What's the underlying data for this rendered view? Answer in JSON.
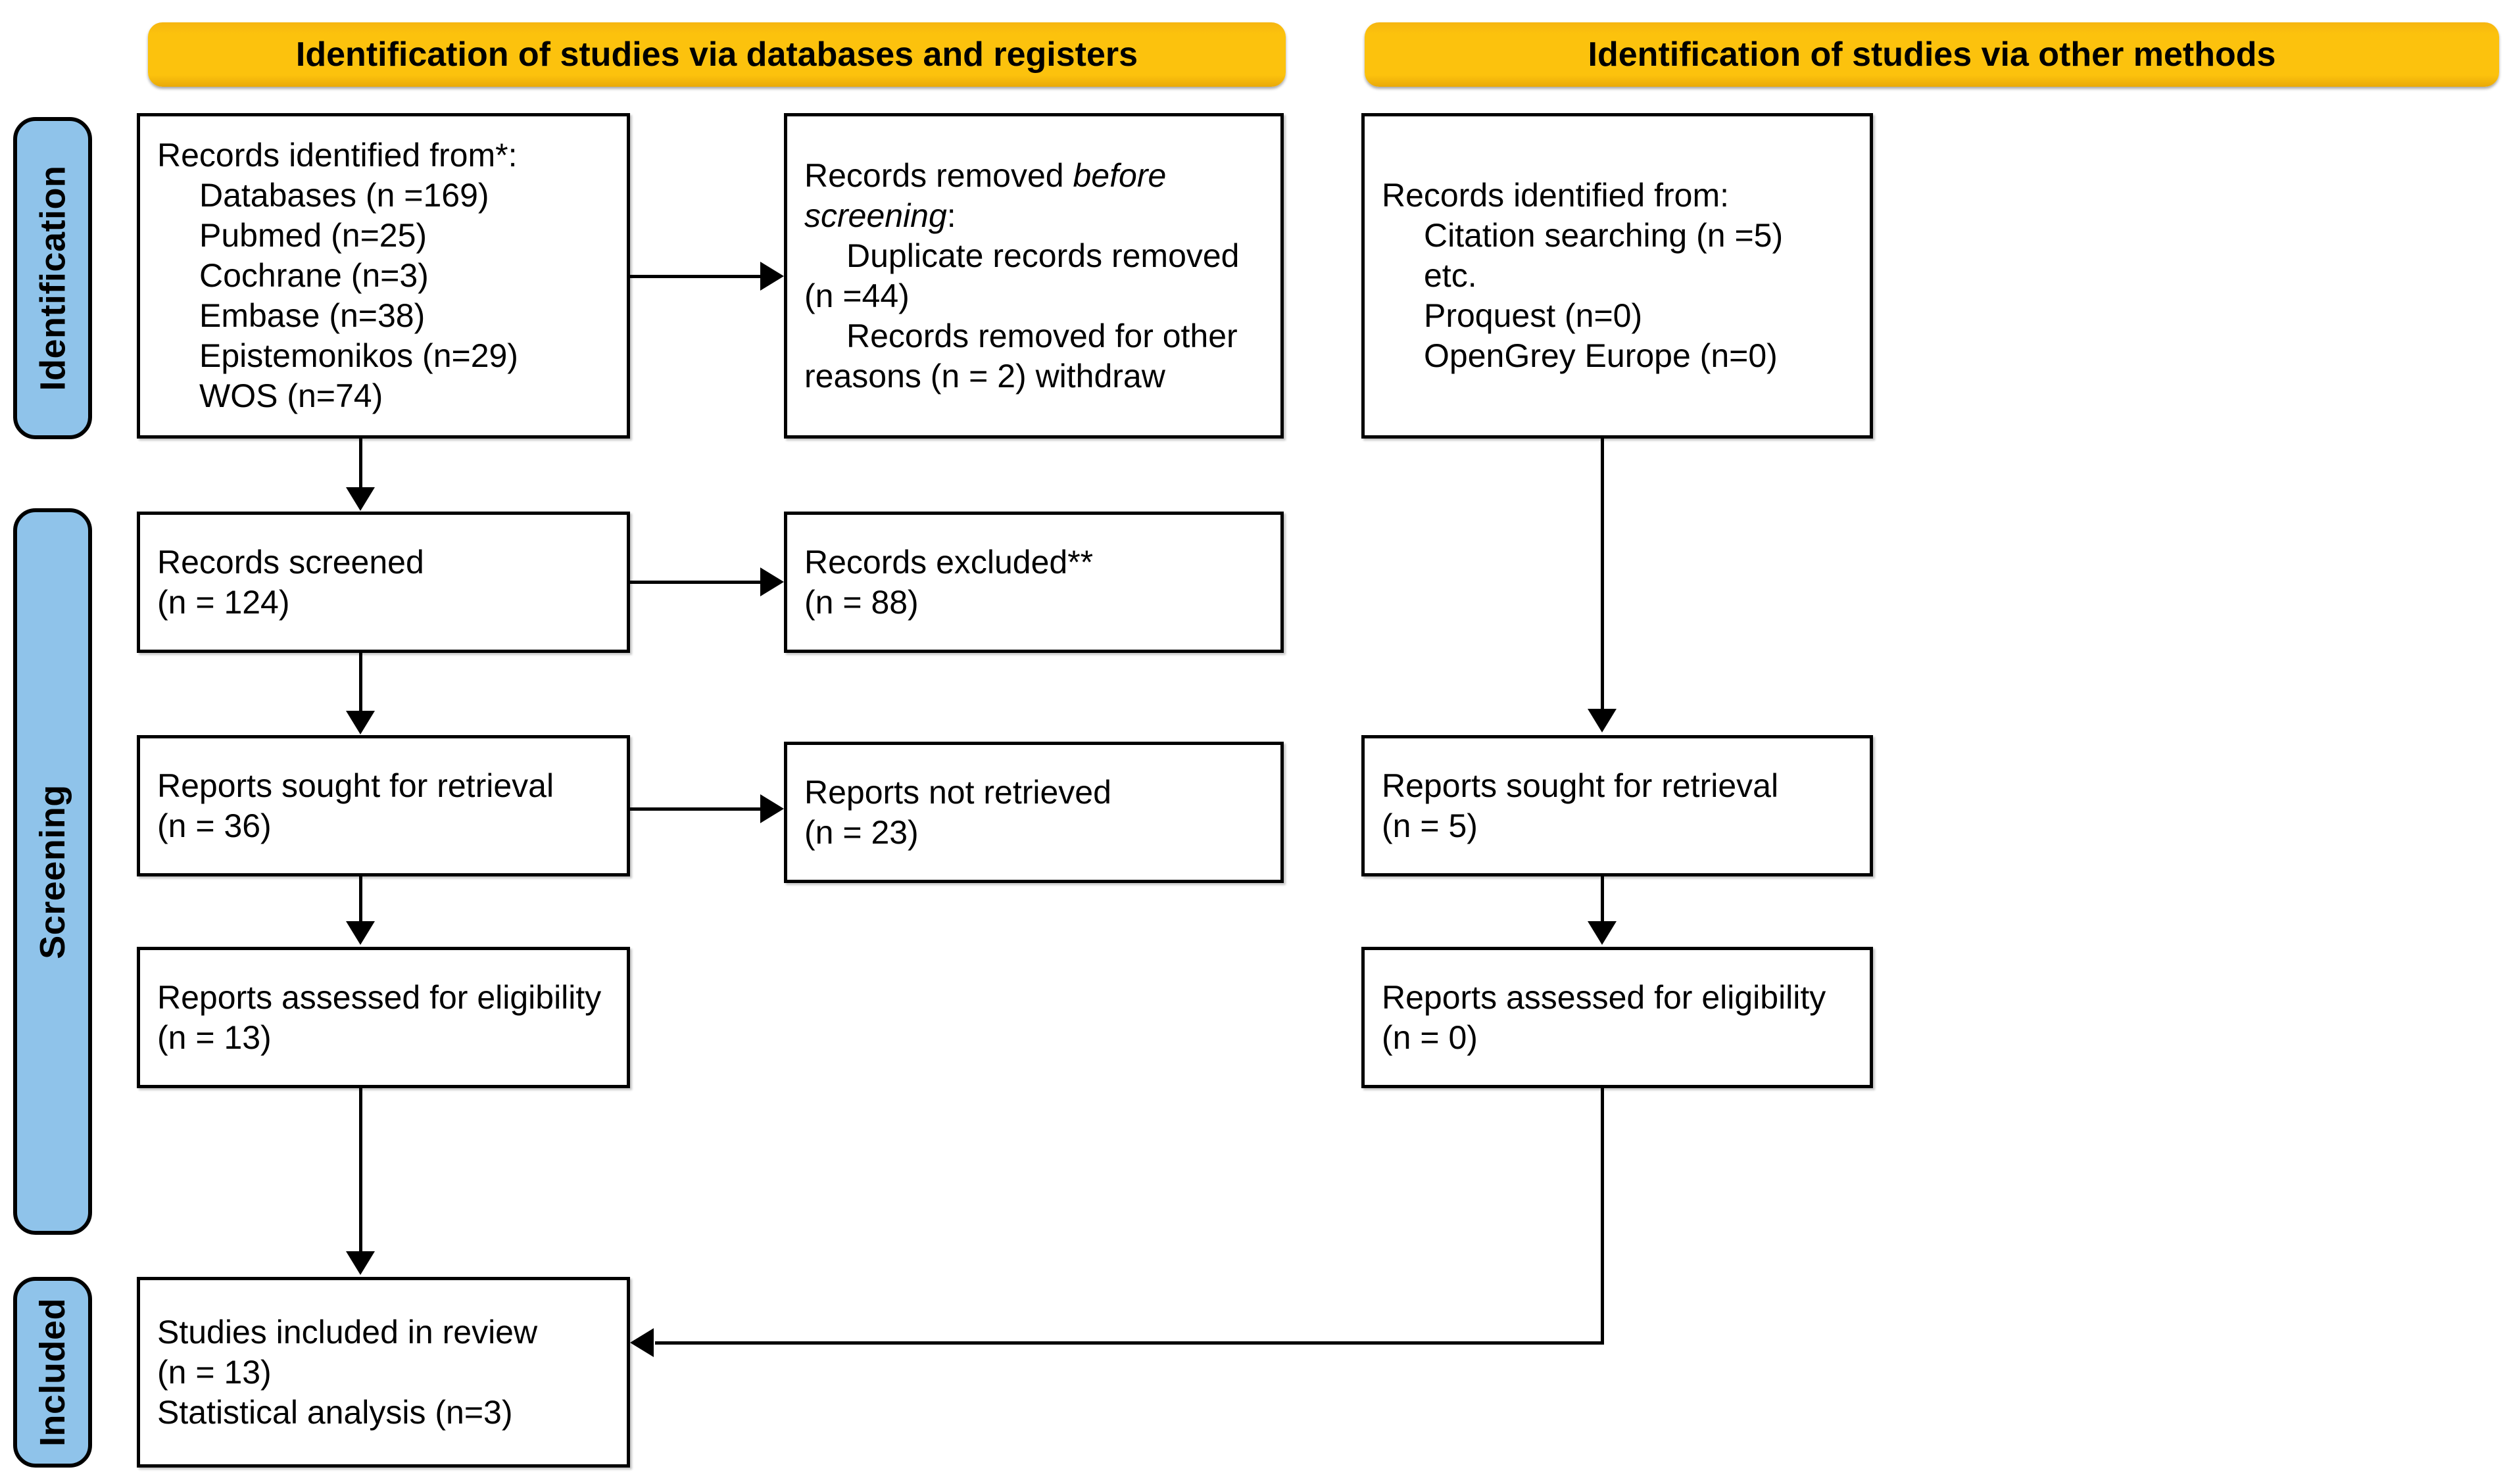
{
  "diagram": {
    "title": "PRISMA 2020 flow diagram",
    "accent_yellow": "#FCC20D",
    "accent_blue": "#8FC3EA",
    "border_color": "#000000",
    "background": "#FFFFFF"
  },
  "banners": [
    {
      "id": "databases-registers",
      "label": "Identification of studies via databases and registers"
    },
    {
      "id": "other-methods",
      "label": "Identification of studies via other methods"
    }
  ],
  "stages": [
    {
      "id": "identification",
      "label": "Identification"
    },
    {
      "id": "screening",
      "label": "Screening"
    },
    {
      "id": "included",
      "label": "Included"
    }
  ],
  "boxes": {
    "records_identified_db": {
      "id": "records-identified-databases",
      "lines": [
        {
          "text": "Records identified from*:",
          "indent": false,
          "italic": false
        },
        {
          "text": "Databases (n =169)",
          "indent": true,
          "italic": false
        },
        {
          "text": "Pubmed (n=25)",
          "indent": true,
          "italic": false
        },
        {
          "text": "Cochrane (n=3)",
          "indent": true,
          "italic": false
        },
        {
          "text": "Embase (n=38)",
          "indent": true,
          "italic": false
        },
        {
          "text": "Epistemonikos (n=29)",
          "indent": true,
          "italic": false
        },
        {
          "text": "WOS (n=74)",
          "indent": true,
          "italic": false
        }
      ]
    },
    "records_removed": {
      "id": "records-removed-before-screening",
      "lines": [
        {
          "text": "Records removed ",
          "indent": false,
          "italic": false,
          "trail_italic": "before"
        },
        {
          "text": "screening",
          "indent": false,
          "italic": true,
          "trail_plain": ":"
        },
        {
          "text": "Duplicate records removed",
          "indent": true,
          "italic": false
        },
        {
          "text": "(n =44)",
          "indent": false,
          "italic": false,
          "hang": true
        },
        {
          "text": "Records removed for other",
          "indent": true,
          "italic": false
        },
        {
          "text": "reasons (n = 2) withdraw",
          "indent": false,
          "italic": false,
          "hang": true
        }
      ]
    },
    "records_identified_other": {
      "id": "records-identified-other-methods",
      "lines": [
        {
          "text": "Records identified from:",
          "indent": false,
          "italic": false
        },
        {
          "text": "Citation searching (n =5)",
          "indent": true,
          "italic": false
        },
        {
          "text": "etc.",
          "indent": true,
          "italic": false
        },
        {
          "text": "Proquest (n=0)",
          "indent": true,
          "italic": false
        },
        {
          "text": "OpenGrey Europe (n=0)",
          "indent": true,
          "italic": false
        }
      ]
    },
    "records_screened": {
      "id": "records-screened",
      "lines": [
        {
          "text": "Records screened",
          "indent": false,
          "italic": false
        },
        {
          "text": "(n = 124)",
          "indent": false,
          "italic": false
        }
      ]
    },
    "records_excluded": {
      "id": "records-excluded",
      "lines": [
        {
          "text": "Records excluded**",
          "indent": false,
          "italic": false
        },
        {
          "text": "(n = 88)",
          "indent": false,
          "italic": false
        }
      ]
    },
    "reports_sought_db": {
      "id": "reports-sought-for-retrieval-databases",
      "lines": [
        {
          "text": "Reports sought for retrieval",
          "indent": false,
          "italic": false
        },
        {
          "text": "(n = 36)",
          "indent": false,
          "italic": false
        }
      ]
    },
    "reports_not_retrieved_db": {
      "id": "reports-not-retrieved-databases",
      "lines": [
        {
          "text": "Reports not retrieved",
          "indent": false,
          "italic": false
        },
        {
          "text": "(n = 23)",
          "indent": false,
          "italic": false
        }
      ]
    },
    "reports_sought_other": {
      "id": "reports-sought-for-retrieval-other",
      "lines": [
        {
          "text": "Reports sought for retrieval",
          "indent": false,
          "italic": false
        },
        {
          "text": "(n = 5)",
          "indent": false,
          "italic": false
        }
      ]
    },
    "reports_assessed_db": {
      "id": "reports-assessed-for-eligibility-databases",
      "lines": [
        {
          "text": "Reports assessed for eligibility",
          "indent": false,
          "italic": false
        },
        {
          "text": "(n = 13)",
          "indent": false,
          "italic": false
        }
      ]
    },
    "reports_assessed_other": {
      "id": "reports-assessed-for-eligibility-other",
      "lines": [
        {
          "text": "Reports assessed for eligibility",
          "indent": false,
          "italic": false
        },
        {
          "text": "(n = 0)",
          "indent": false,
          "italic": false
        }
      ]
    },
    "studies_included": {
      "id": "studies-included-in-review",
      "lines": [
        {
          "text": "Studies included in review",
          "indent": false,
          "italic": false
        },
        {
          "text": "(n = 13)",
          "indent": false,
          "italic": false
        },
        {
          "text": "Statistical analysis (n=3)",
          "indent": false,
          "italic": false
        }
      ]
    }
  },
  "chart_data": {
    "type": "diagram",
    "title": "PRISMA 2020 flow diagram",
    "nodes": [
      {
        "id": "records-identified-databases",
        "stage": "Identification",
        "column": "databases-registers",
        "n": 169,
        "sub_counts": {
          "Databases": 169,
          "Pubmed": 25,
          "Cochrane": 3,
          "Embase": 38,
          "Epistemonikos": 29,
          "WOS": 74
        }
      },
      {
        "id": "records-removed-before-screening",
        "stage": "Identification",
        "column": "databases-registers",
        "duplicates_removed": 44,
        "removed_other_reasons": 2
      },
      {
        "id": "records-identified-other-methods",
        "stage": "Identification",
        "column": "other-methods",
        "sub_counts": {
          "Citation searching": 5,
          "Proquest": 0,
          "OpenGrey Europe": 0
        }
      },
      {
        "id": "records-screened",
        "stage": "Screening",
        "column": "databases-registers",
        "n": 124
      },
      {
        "id": "records-excluded",
        "stage": "Screening",
        "column": "databases-registers",
        "n": 88
      },
      {
        "id": "reports-sought-for-retrieval-databases",
        "stage": "Screening",
        "column": "databases-registers",
        "n": 36
      },
      {
        "id": "reports-not-retrieved-databases",
        "stage": "Screening",
        "column": "databases-registers",
        "n": 23
      },
      {
        "id": "reports-sought-for-retrieval-other",
        "stage": "Screening",
        "column": "other-methods",
        "n": 5
      },
      {
        "id": "reports-assessed-for-eligibility-databases",
        "stage": "Screening",
        "column": "databases-registers",
        "n": 13
      },
      {
        "id": "reports-assessed-for-eligibility-other",
        "stage": "Screening",
        "column": "other-methods",
        "n": 0
      },
      {
        "id": "studies-included-in-review",
        "stage": "Included",
        "column": "databases-registers",
        "n": 13,
        "statistical_analysis": 3
      }
    ],
    "edges": [
      {
        "from": "records-identified-databases",
        "to": "records-removed-before-screening",
        "direction": "right"
      },
      {
        "from": "records-identified-databases",
        "to": "records-screened",
        "direction": "down"
      },
      {
        "from": "records-screened",
        "to": "records-excluded",
        "direction": "right"
      },
      {
        "from": "records-screened",
        "to": "reports-sought-for-retrieval-databases",
        "direction": "down"
      },
      {
        "from": "reports-sought-for-retrieval-databases",
        "to": "reports-not-retrieved-databases",
        "direction": "right"
      },
      {
        "from": "reports-sought-for-retrieval-databases",
        "to": "reports-assessed-for-eligibility-databases",
        "direction": "down"
      },
      {
        "from": "reports-assessed-for-eligibility-databases",
        "to": "studies-included-in-review",
        "direction": "down"
      },
      {
        "from": "records-identified-other-methods",
        "to": "reports-sought-for-retrieval-other",
        "direction": "down"
      },
      {
        "from": "reports-sought-for-retrieval-other",
        "to": "reports-assessed-for-eligibility-other",
        "direction": "down"
      },
      {
        "from": "reports-assessed-for-eligibility-other",
        "to": "studies-included-in-review",
        "direction": "left"
      }
    ]
  }
}
